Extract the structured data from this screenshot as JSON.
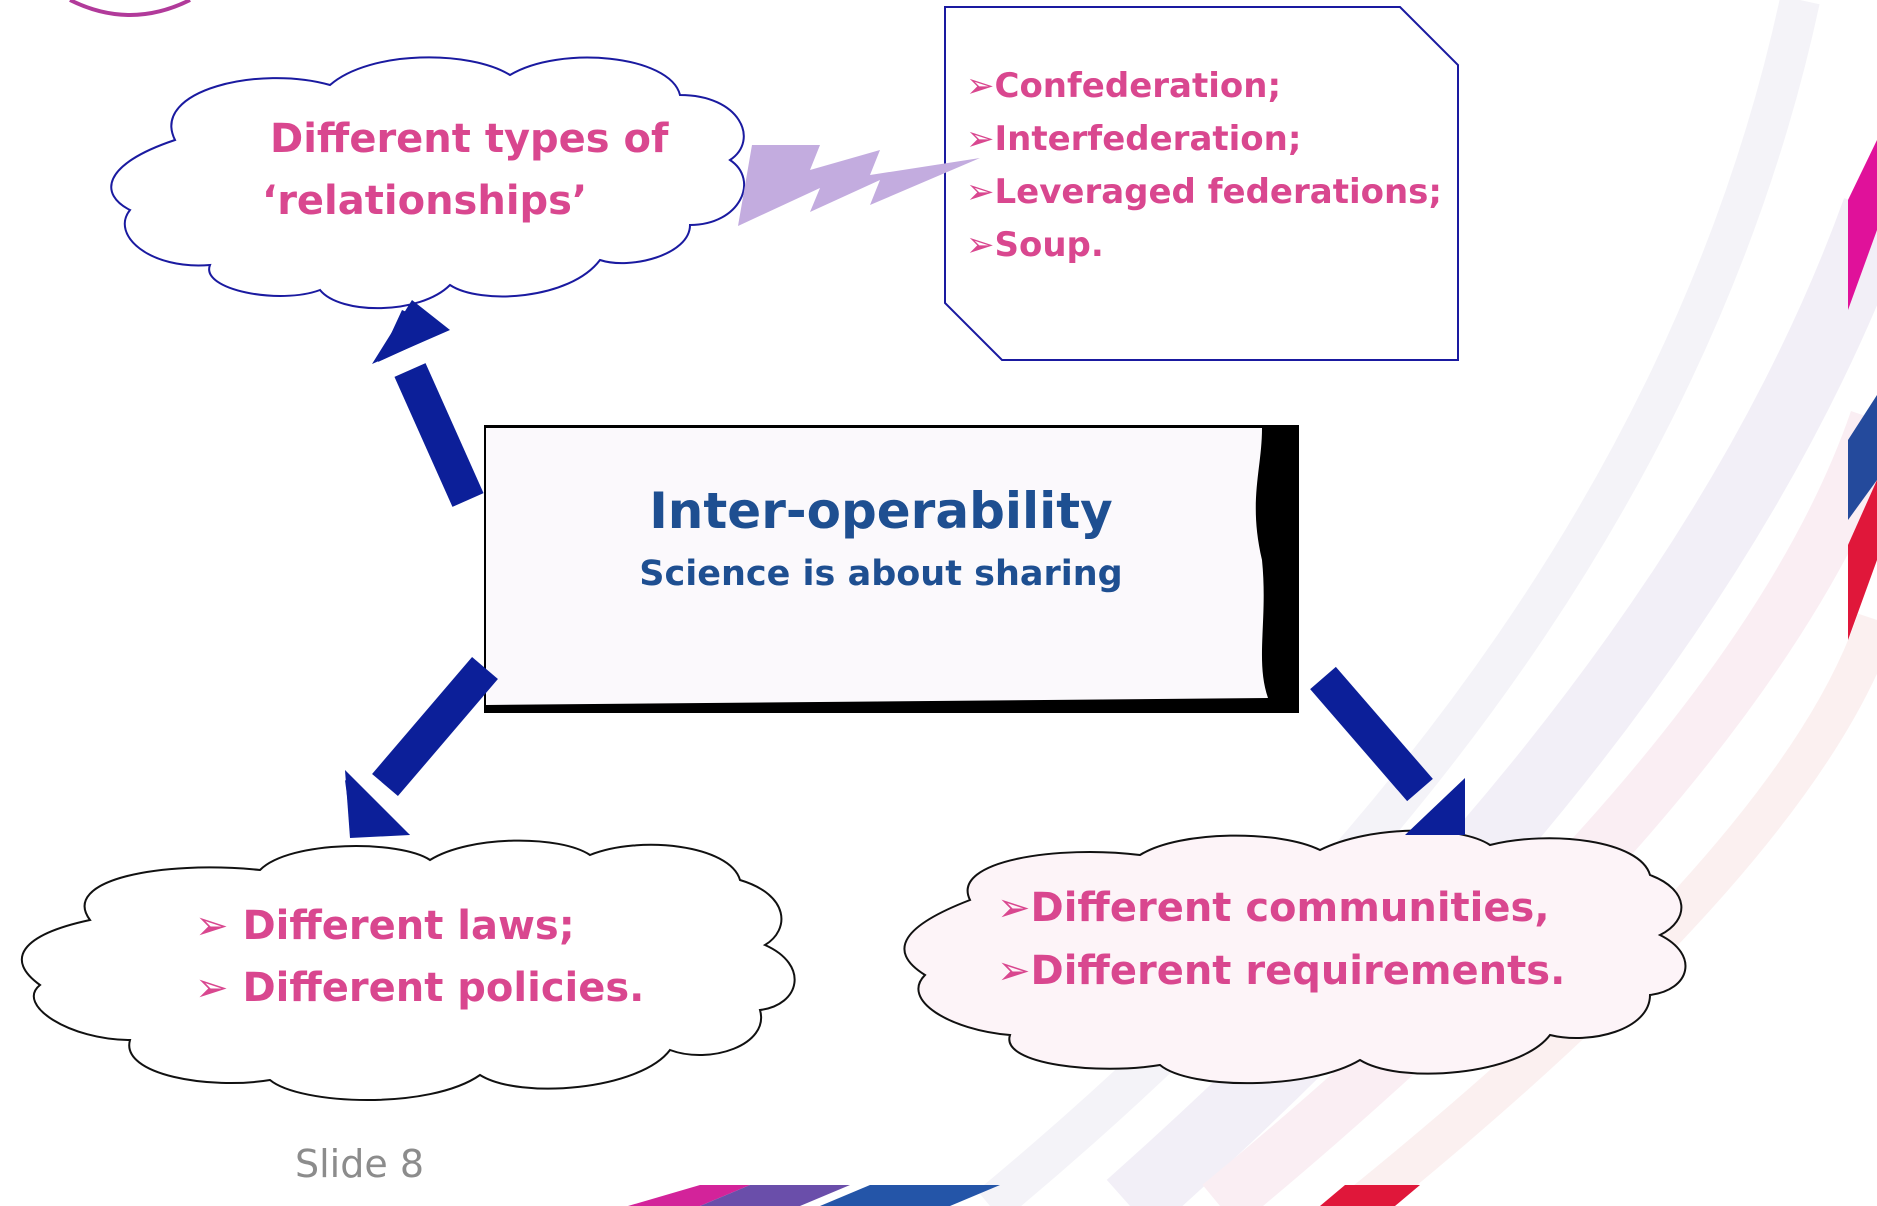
{
  "slide": {
    "number_label": "Slide 8"
  },
  "colors": {
    "heading_pink": "#d9478f",
    "center_blue": "#1e4f91",
    "arrow_navy": "#0c1f99",
    "bolt_lavender": "#c3acdf",
    "box_border": "#1a1aa0"
  },
  "center": {
    "title": "Inter-operability",
    "subtitle": "Science is about sharing"
  },
  "top_cloud": {
    "lines": [
      "Different types of",
      "‘relationships’"
    ]
  },
  "types_box": {
    "items": [
      "Confederation;",
      "Interfederation;",
      "Leveraged federations;",
      "Soup."
    ]
  },
  "bottom_left_cloud": {
    "items": [
      "Different laws;",
      "Different policies."
    ]
  },
  "bottom_right_cloud": {
    "items": [
      "Different communities,",
      "Different requirements."
    ]
  },
  "icons": {
    "bullet": "arrowhead-bullet-icon",
    "arrows": "thick-arrow-icon",
    "connector": "lightning-bolt-icon"
  }
}
